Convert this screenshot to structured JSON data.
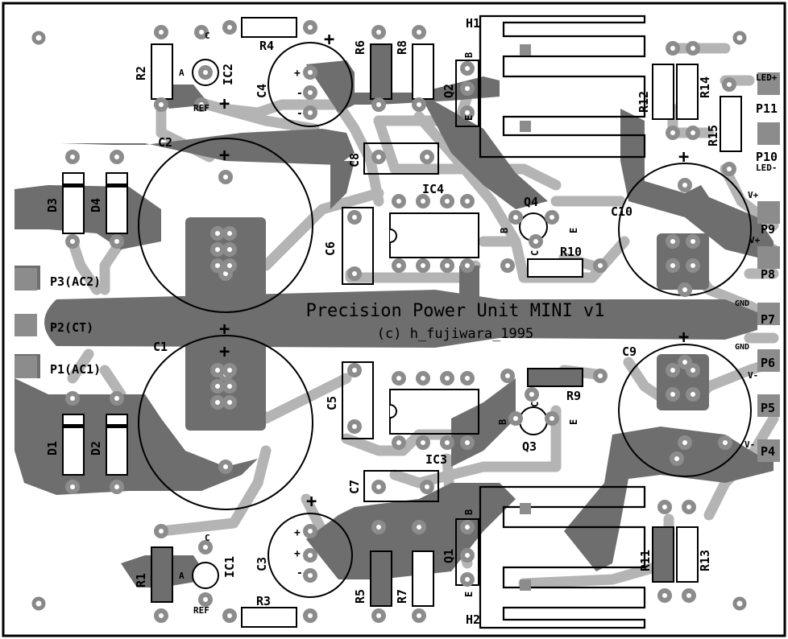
{
  "board": {
    "title": "Precision Power Unit MINI v1",
    "copyright": "(c) h_fujiwara_1995"
  },
  "colors": {
    "background": "#ffffff",
    "copper_dark": "#6e6e6e",
    "copper_light": "#b4b4b4",
    "pad": "#8c8c8c",
    "silkscreen": "#000000"
  },
  "labels": {
    "r1": "R1",
    "r2": "R2",
    "r3": "R3",
    "r4": "R4",
    "r5": "R5",
    "r6": "R6",
    "r7": "R7",
    "r8": "R8",
    "r9": "R9",
    "r10": "R10",
    "r11": "R11",
    "r12": "R12",
    "r13": "R13",
    "r14": "R14",
    "r15": "R15",
    "c1": "C1",
    "c2": "C2",
    "c3": "C3",
    "c4": "C4",
    "c5": "C5",
    "c6": "C6",
    "c7": "C7",
    "c8": "C8",
    "c9": "C9",
    "c10": "C10",
    "d1": "D1",
    "d2": "D2",
    "d3": "D3",
    "d4": "D4",
    "ic1": "IC1",
    "ic2": "IC2",
    "ic3": "IC3",
    "ic4": "IC4",
    "q1": "Q1",
    "q2": "Q2",
    "q3": "Q3",
    "q4": "Q4",
    "h1": "H1",
    "h2": "H2",
    "p1": "P1(AC1)",
    "p2": "P2(CT)",
    "p3": "P3(AC2)",
    "p4": "P4",
    "p5": "P5",
    "p6": "P6",
    "p7": "P7",
    "p8": "P8",
    "p9": "P9",
    "p10": "P10",
    "p11": "P11",
    "led_plus": "LED+",
    "led_minus": "LED-",
    "v_plus": "V+",
    "v_minus": "V-",
    "gnd": "GND",
    "plus": "+",
    "minus": "-",
    "pin_c": "C",
    "pin_a": "A",
    "pin_ref": "REF",
    "pin_b": "B",
    "pin_e": "E"
  }
}
